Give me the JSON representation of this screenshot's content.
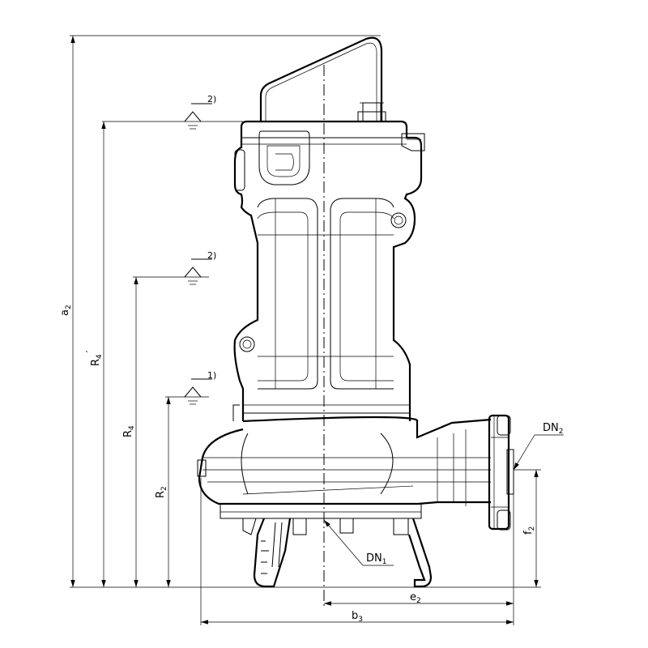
{
  "drawing": {
    "dimensions": {
      "a2": {
        "main": "a",
        "sub": "2"
      },
      "R4_prime": {
        "main": "R",
        "sub": "4",
        "sup": "′"
      },
      "R4": {
        "main": "R",
        "sub": "4"
      },
      "R2": {
        "main": "R",
        "sub": "2"
      },
      "f2": {
        "main": "f",
        "sub": "2"
      },
      "e2": {
        "main": "e",
        "sub": "2"
      },
      "b3": {
        "main": "b",
        "sub": "3"
      }
    },
    "callouts": {
      "dn2": {
        "main": "DN",
        "sub": "2"
      },
      "dn1": {
        "main": "DN",
        "sub": "1"
      }
    },
    "water_levels": {
      "top_note": "2)",
      "middle_note": "2)",
      "bottom_note": "1)"
    }
  }
}
